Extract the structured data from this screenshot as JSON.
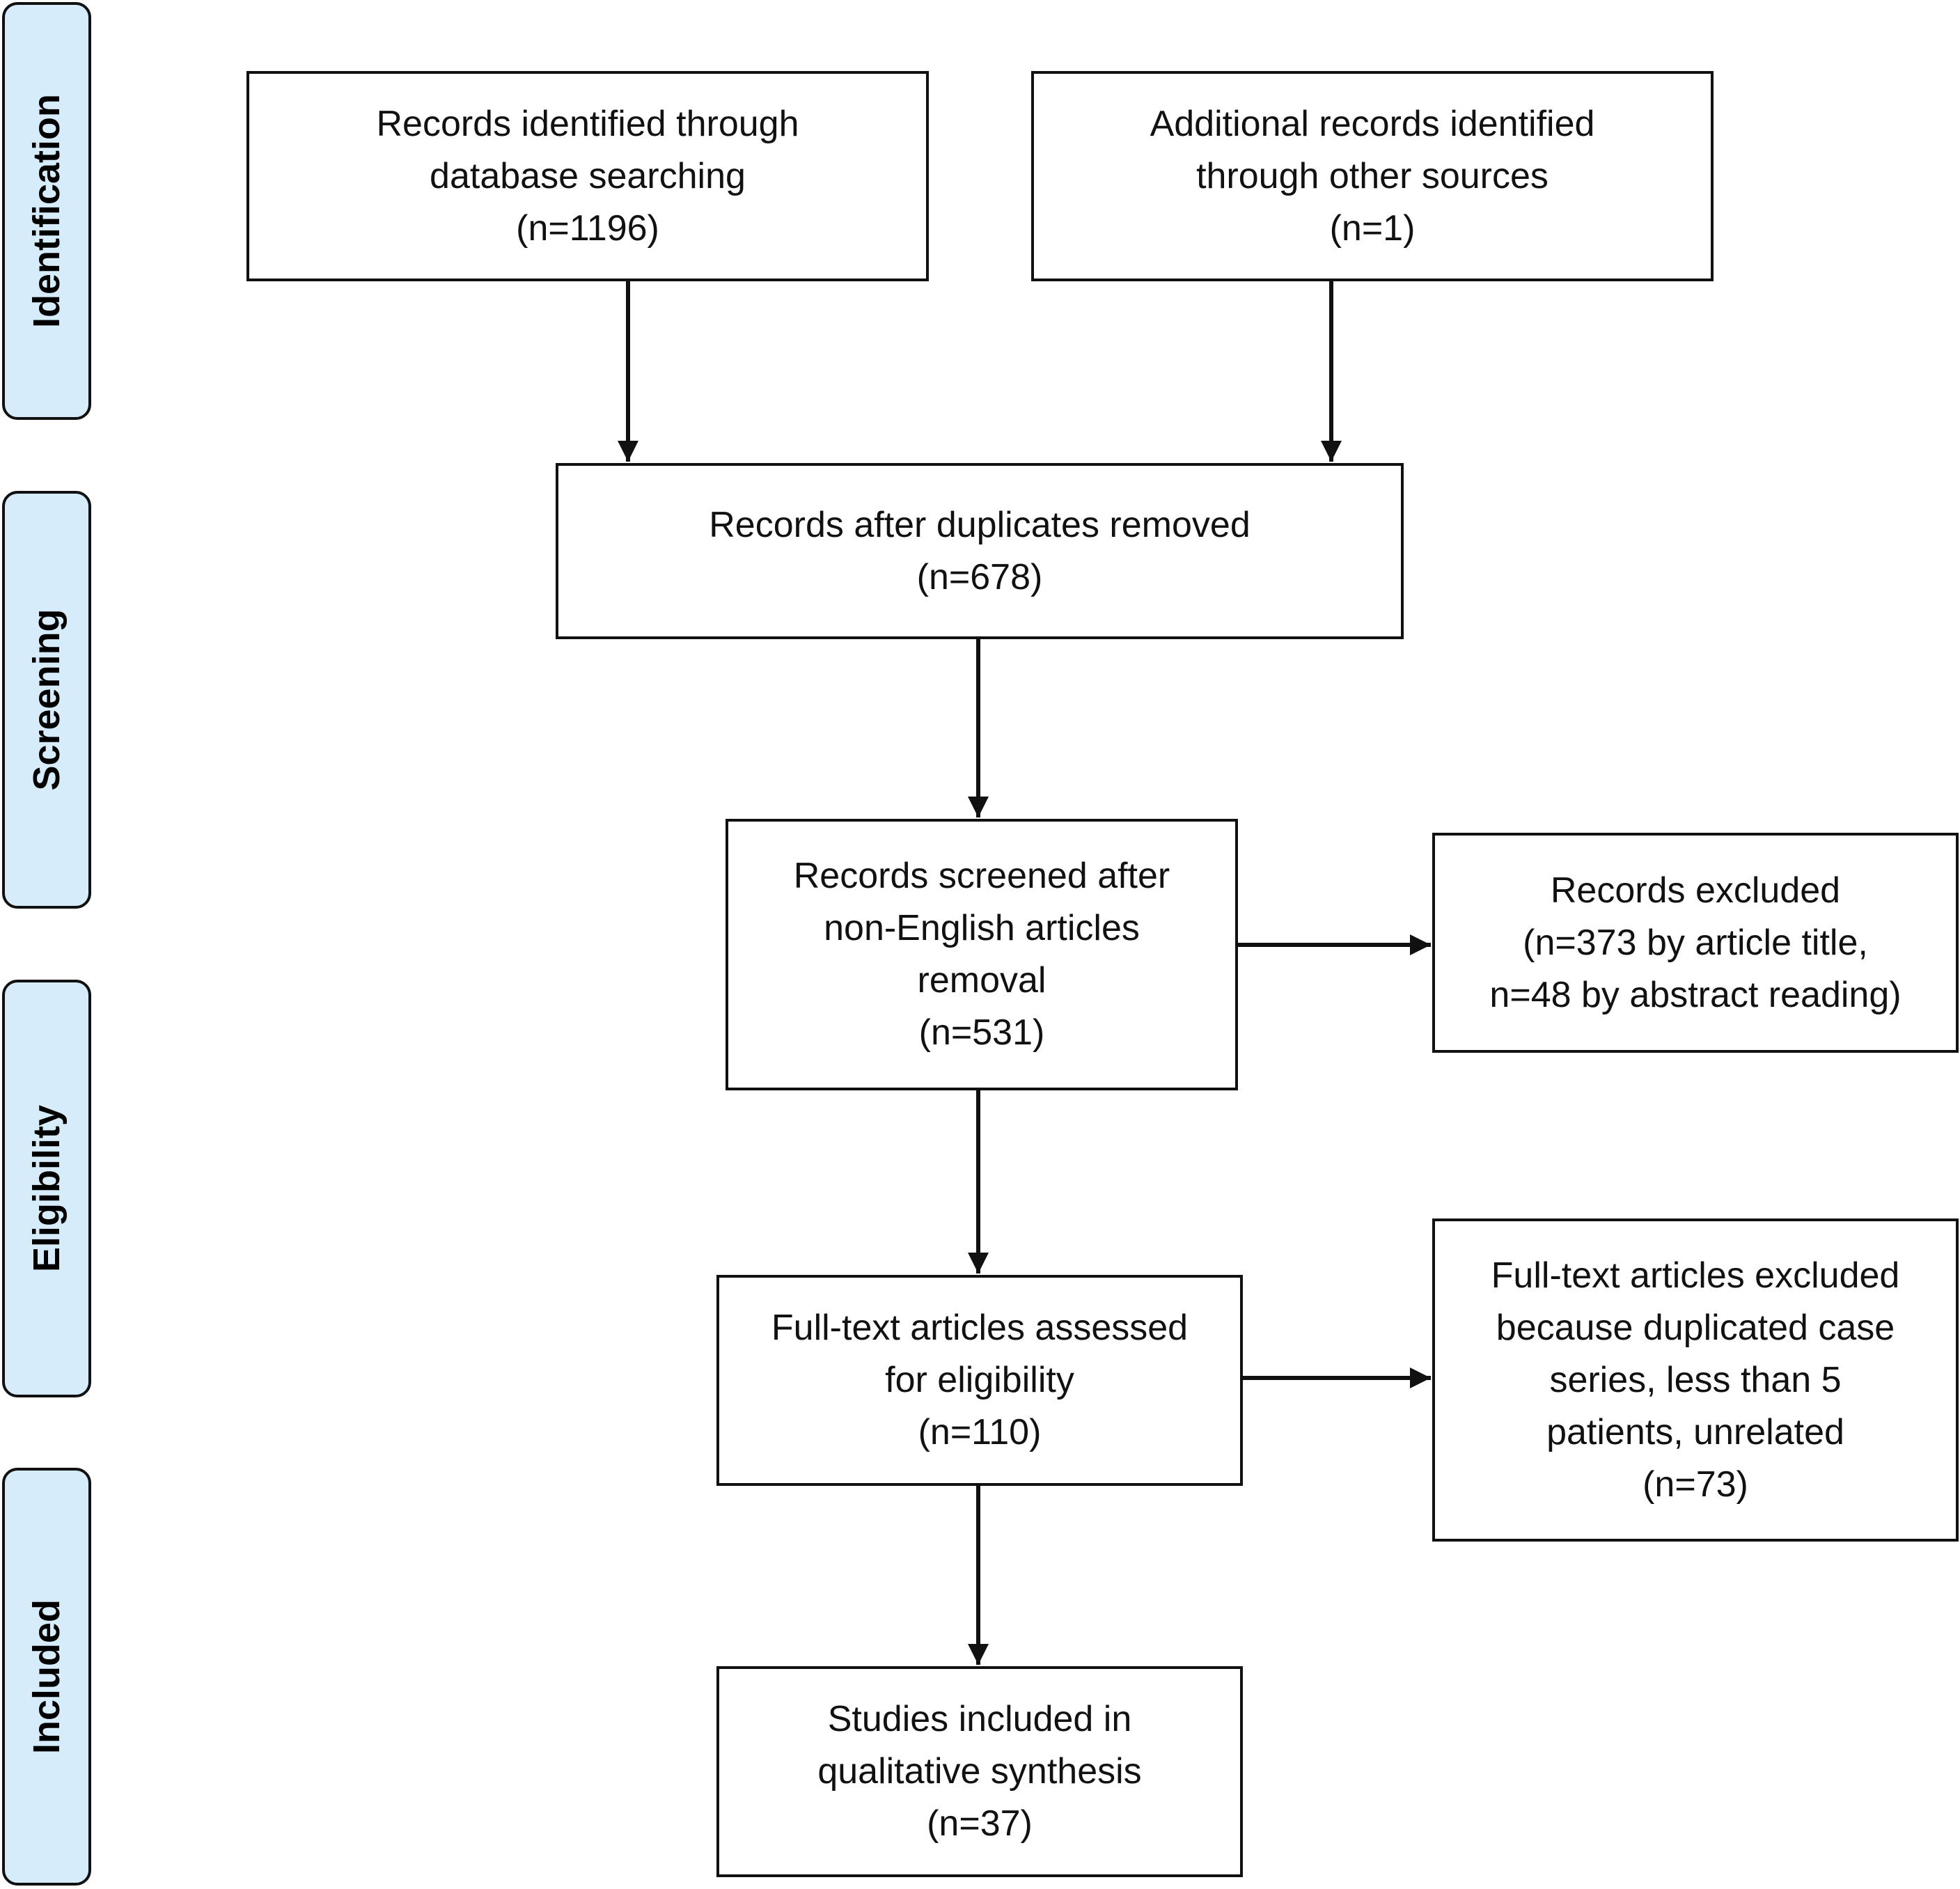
{
  "phases": {
    "identification": "Identification",
    "screening": "Screening",
    "eligibility": "Eligibility",
    "included": "Included"
  },
  "boxes": {
    "database": {
      "lines": [
        "Records identified through",
        "database searching",
        "(n=1196)"
      ]
    },
    "other_sources": {
      "lines": [
        "Additional records identified",
        "through other sources",
        "(n=1)"
      ]
    },
    "after_duplicates": {
      "lines": [
        "Records after duplicates removed",
        "(n=678)"
      ]
    },
    "screened": {
      "lines": [
        "Records screened after",
        "non-English articles",
        "removal",
        "(n=531)"
      ]
    },
    "records_excluded": {
      "lines": [
        "Records excluded",
        "(n=373 by article title,",
        "n=48 by abstract reading)"
      ]
    },
    "fulltext_assessed": {
      "lines": [
        "Full-text articles assessed",
        "for eligibility",
        "(n=110)"
      ]
    },
    "fulltext_excluded": {
      "lines": [
        "Full-text articles excluded",
        "because duplicated case",
        "series, less than 5",
        "patients, unrelated",
        "(n=73)"
      ]
    },
    "included": {
      "lines": [
        "Studies included in",
        "qualitative synthesis",
        "(n=37)"
      ]
    }
  }
}
